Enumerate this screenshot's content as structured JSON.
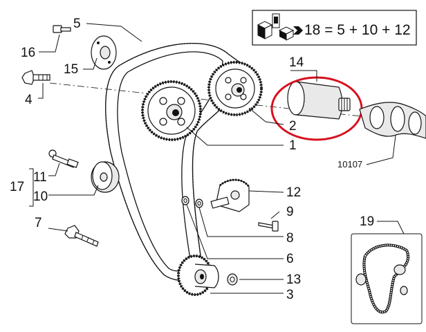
{
  "kit_badge": {
    "formula": "18 = 5 + 10 + 12",
    "icon": "parts-kit-icon"
  },
  "callouts": {
    "p1": "1",
    "p2": "2",
    "p3": "3",
    "p4": "4",
    "p5": "5",
    "p6": "6",
    "p7": "7",
    "p8": "8",
    "p9": "9",
    "p10": "10",
    "p11": "11",
    "p12": "12",
    "p13": "13",
    "p14": "14",
    "p15": "15",
    "p16": "16",
    "p17": "17",
    "p19": "19",
    "p10107": "10107"
  },
  "colors": {
    "highlight": "#d7101e",
    "line": "#111111",
    "part_fill": "#e9e9e9"
  }
}
